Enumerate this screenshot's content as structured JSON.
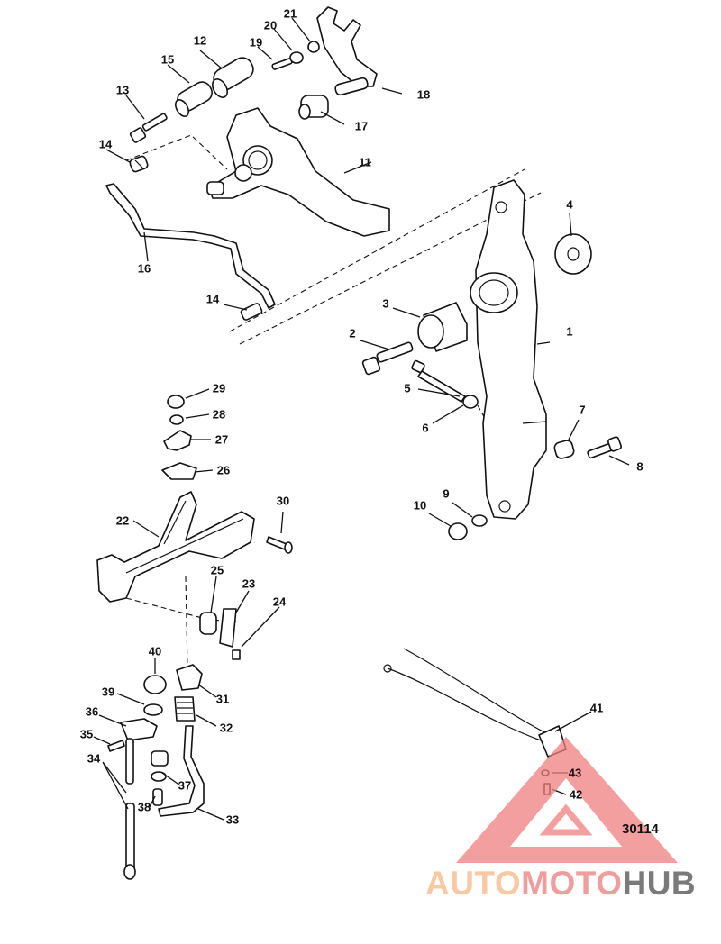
{
  "diagram": {
    "labels": [
      {
        "id": "1",
        "text": "1"
      },
      {
        "id": "2",
        "text": "2"
      },
      {
        "id": "3",
        "text": "3"
      },
      {
        "id": "4",
        "text": "4"
      },
      {
        "id": "5",
        "text": "5"
      },
      {
        "id": "6",
        "text": "6"
      },
      {
        "id": "7",
        "text": "7"
      },
      {
        "id": "8",
        "text": "8"
      },
      {
        "id": "9",
        "text": "9"
      },
      {
        "id": "10",
        "text": "10"
      },
      {
        "id": "11",
        "text": "11"
      },
      {
        "id": "12",
        "text": "12"
      },
      {
        "id": "13",
        "text": "13"
      },
      {
        "id": "14a",
        "text": "14"
      },
      {
        "id": "14b",
        "text": "14"
      },
      {
        "id": "15",
        "text": "15"
      },
      {
        "id": "16",
        "text": "16"
      },
      {
        "id": "17",
        "text": "17"
      },
      {
        "id": "18",
        "text": "18"
      },
      {
        "id": "19",
        "text": "19"
      },
      {
        "id": "20",
        "text": "20"
      },
      {
        "id": "21",
        "text": "21"
      },
      {
        "id": "22",
        "text": "22"
      },
      {
        "id": "23",
        "text": "23"
      },
      {
        "id": "24",
        "text": "24"
      },
      {
        "id": "25",
        "text": "25"
      },
      {
        "id": "26",
        "text": "26"
      },
      {
        "id": "27",
        "text": "27"
      },
      {
        "id": "28",
        "text": "28"
      },
      {
        "id": "29",
        "text": "29"
      },
      {
        "id": "30",
        "text": "30"
      },
      {
        "id": "31",
        "text": "31"
      },
      {
        "id": "32",
        "text": "32"
      },
      {
        "id": "33",
        "text": "33"
      },
      {
        "id": "34",
        "text": "34"
      },
      {
        "id": "35",
        "text": "35"
      },
      {
        "id": "36",
        "text": "36"
      },
      {
        "id": "37",
        "text": "37"
      },
      {
        "id": "38",
        "text": "38"
      },
      {
        "id": "39",
        "text": "39"
      },
      {
        "id": "40",
        "text": "40"
      },
      {
        "id": "41",
        "text": "41"
      },
      {
        "id": "42",
        "text": "42"
      },
      {
        "id": "43",
        "text": "43"
      }
    ],
    "reference_code": "30114"
  },
  "watermark": {
    "part1": "AUTO",
    "part2": "MOTO",
    "part3": "HUB",
    "colors": {
      "auto": "#f7c9a4",
      "moto": "#ef9e9e",
      "hub": "#7a7a7a",
      "triangle": "#f08080"
    }
  }
}
